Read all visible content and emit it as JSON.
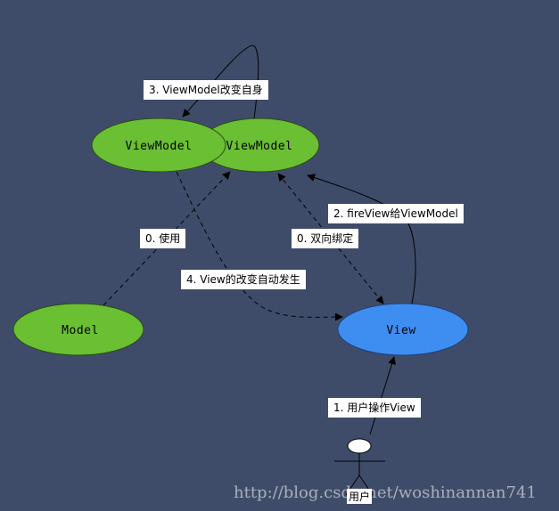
{
  "colors": {
    "background": "#3f4c69",
    "model_fill": "#6abf33",
    "view_fill": "#3d8ef0",
    "edge": "#000000"
  },
  "nodes": {
    "viewmodel_front": "ViewModel",
    "viewmodel_back": "ViewModel",
    "model": "Model",
    "view": "View",
    "actor": "用户"
  },
  "edges": {
    "vm_self_change": "3. ViewModel改变自身",
    "model_used_by_vm": "0. 使用",
    "two_way_binding": "0. 双向绑定",
    "fire_view_to_vm": "2. fireView给ViewModel",
    "view_auto_change": "4. View的改变自动发生",
    "user_operates_view": "1. 用户操作View"
  },
  "watermark": "http://blog.csdn.net/woshinannan741"
}
